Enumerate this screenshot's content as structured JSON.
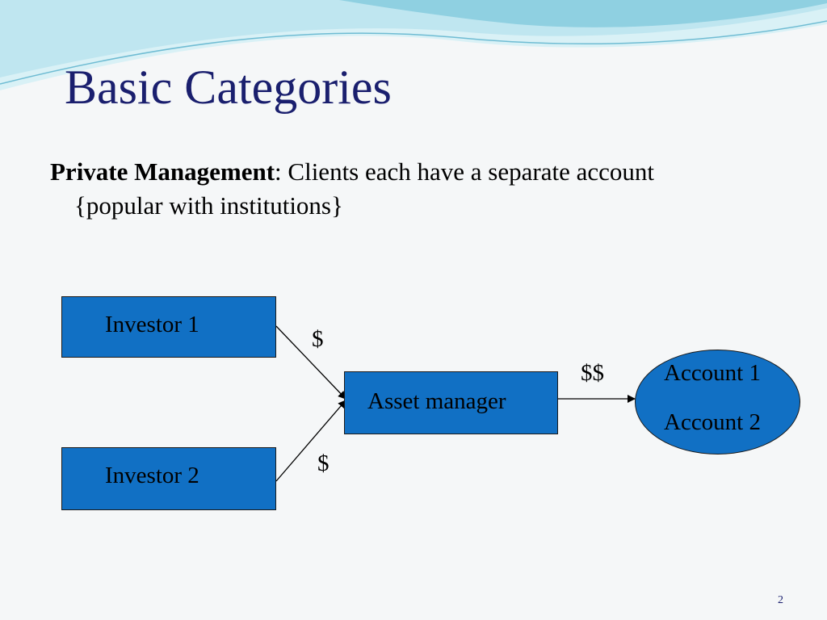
{
  "slide": {
    "title": "Basic Categories",
    "body_term": "Private Management",
    "body_text": ": Clients each have a separate account {popular with institutions}",
    "page_number": "2"
  },
  "diagram": {
    "investor_1": "Investor 1",
    "investor_2": "Investor 2",
    "asset_manager": "Asset manager",
    "account_1": "Account 1",
    "account_2": "Account 2",
    "flow_label_1": "$",
    "flow_label_2": "$",
    "flow_label_3": "$$"
  },
  "colors": {
    "box_fill": "#1170c4",
    "title": "#1a1f6e",
    "wave_light": "#bfe6f0",
    "wave_dark": "#7cc7db"
  }
}
